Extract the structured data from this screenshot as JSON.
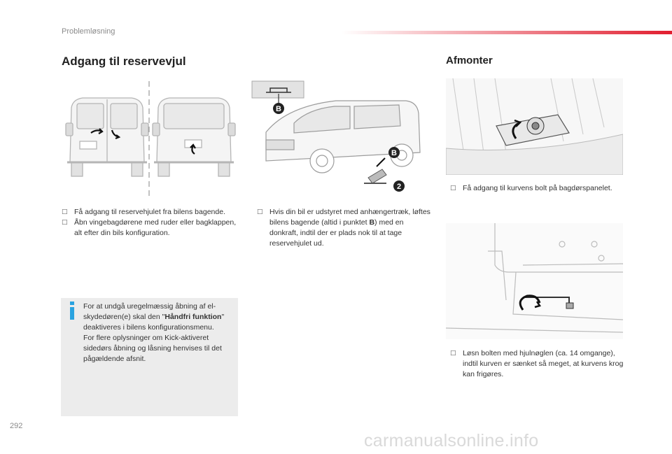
{
  "header": {
    "section": "Problemløsning"
  },
  "main": {
    "title": "Adgang til reservevjul",
    "col1": {
      "bullets": [
        "Få adgang til reservehjulet fra bilens bagende.",
        "Åbn vingebagdørene med ruder eller bagklappen, alt efter din bils konfiguration."
      ]
    },
    "col2": {
      "bullet_pre": "Hvis din bil er udstyret med anhængertræk, løftes bilens bagende (altid i punktet ",
      "bullet_bold": "B",
      "bullet_post": ") med en donkraft, indtil der er plads nok til at tage reservehjulet ud."
    },
    "labels": {
      "b_label": "B",
      "step2_label": "2"
    },
    "info": {
      "line1_pre": "For at undgå uregelmæssig åbning af el-skydedøren(e) skal den \"",
      "line1_bold": "Håndfri funktion",
      "line1_post": "\" deaktiveres i bilens konfigurationsmenu.",
      "line2": "For flere oplysninger om Kick-aktiveret sidedørs åbning og låsning henvises til det pågældende afsnit."
    }
  },
  "side": {
    "title": "Afmonter",
    "bullet1": "Få adgang til kurvens bolt på bagdørspanelet.",
    "bullet2": "Løsn bolten med hjulnøglen (ca. 14 omgange), indtil kurven er sænket så meget, at kurvens krog kan frigøres."
  },
  "footer": {
    "page_number": "292",
    "watermark": "carmanualsonline.info"
  },
  "colors": {
    "accent_red": "#e11e2f",
    "info_blue": "#2aa3e0",
    "info_bg": "#ececec"
  }
}
